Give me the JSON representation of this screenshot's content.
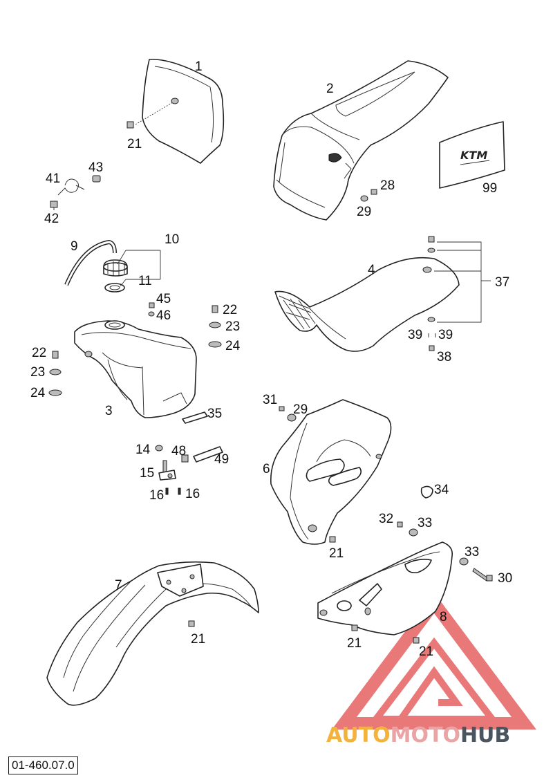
{
  "diagram": {
    "document_code": "01-460.07.0",
    "watermark": {
      "part1": "AUTO",
      "part2": "MOTO",
      "part3": "HUB"
    },
    "decal_logo_text": "KTM",
    "colors": {
      "line": "#222222",
      "watermark_red": "#e24c4c",
      "watermark_orange": "#f2b23c",
      "watermark_gray": "#4a5560"
    },
    "callouts": [
      {
        "id": "c1",
        "text": "1"
      },
      {
        "id": "c2",
        "text": "2"
      },
      {
        "id": "c99",
        "text": "99"
      },
      {
        "id": "c21a",
        "text": "21"
      },
      {
        "id": "c43",
        "text": "43"
      },
      {
        "id": "c41",
        "text": "41"
      },
      {
        "id": "c42",
        "text": "42"
      },
      {
        "id": "c28",
        "text": "28"
      },
      {
        "id": "c29a",
        "text": "29"
      },
      {
        "id": "c9",
        "text": "9"
      },
      {
        "id": "c10",
        "text": "10"
      },
      {
        "id": "c11",
        "text": "11"
      },
      {
        "id": "c4",
        "text": "4"
      },
      {
        "id": "c37",
        "text": "37"
      },
      {
        "id": "c45",
        "text": "45"
      },
      {
        "id": "c46",
        "text": "46"
      },
      {
        "id": "c22a",
        "text": "22"
      },
      {
        "id": "c23a",
        "text": "23"
      },
      {
        "id": "c24a",
        "text": "24"
      },
      {
        "id": "c22b",
        "text": "22"
      },
      {
        "id": "c23b",
        "text": "23"
      },
      {
        "id": "c24b",
        "text": "24"
      },
      {
        "id": "c39a",
        "text": "39"
      },
      {
        "id": "c39b",
        "text": "39"
      },
      {
        "id": "c38",
        "text": "38"
      },
      {
        "id": "c3",
        "text": "3"
      },
      {
        "id": "c35",
        "text": "35"
      },
      {
        "id": "c31",
        "text": "31"
      },
      {
        "id": "c29b",
        "text": "29"
      },
      {
        "id": "c14",
        "text": "14"
      },
      {
        "id": "c48",
        "text": "48"
      },
      {
        "id": "c49",
        "text": "49"
      },
      {
        "id": "c6",
        "text": "6"
      },
      {
        "id": "c15",
        "text": "15"
      },
      {
        "id": "c16a",
        "text": "16"
      },
      {
        "id": "c16b",
        "text": "16"
      },
      {
        "id": "c34",
        "text": "34"
      },
      {
        "id": "c32",
        "text": "32"
      },
      {
        "id": "c33a",
        "text": "33"
      },
      {
        "id": "c21b",
        "text": "21"
      },
      {
        "id": "c33b",
        "text": "33"
      },
      {
        "id": "c7",
        "text": "7"
      },
      {
        "id": "c30",
        "text": "30"
      },
      {
        "id": "c8",
        "text": "8"
      },
      {
        "id": "c21c",
        "text": "21"
      },
      {
        "id": "c21d",
        "text": "21"
      },
      {
        "id": "c21e",
        "text": "21"
      }
    ]
  }
}
